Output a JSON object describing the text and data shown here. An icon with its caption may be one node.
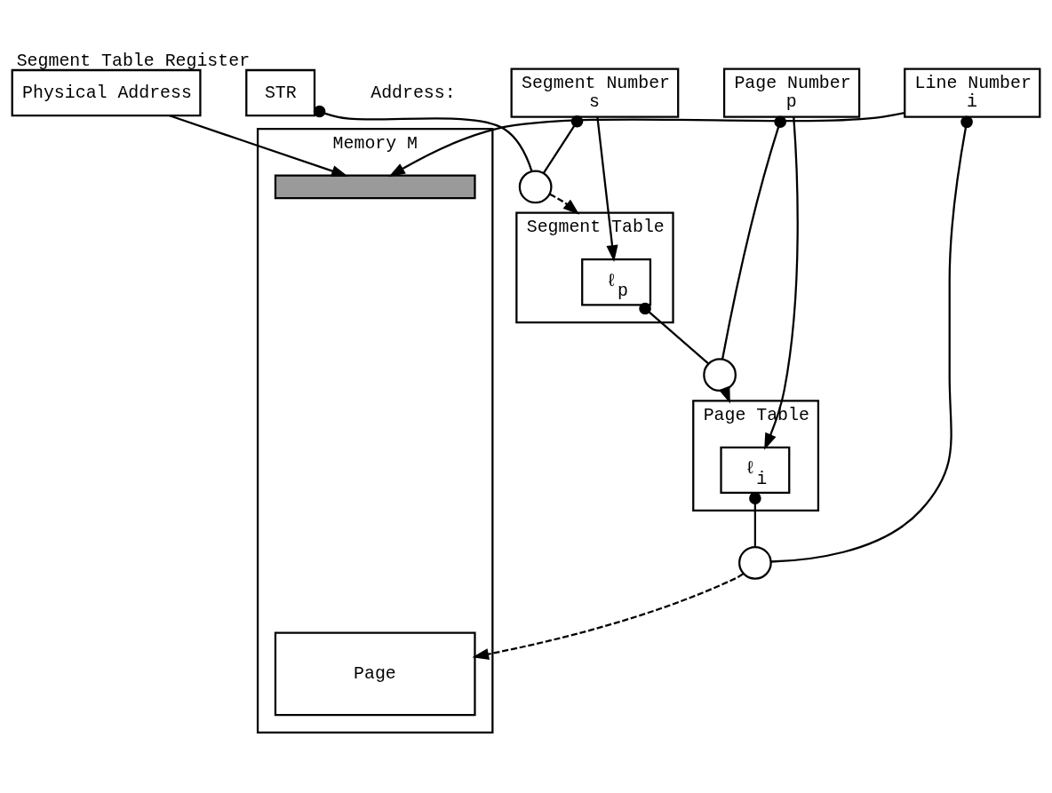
{
  "diagram": {
    "nodes": [
      {
        "text": [
          "Segment Number",
          "s"
        ]
      },
      {
        "text": [
          "Page Number",
          "p"
        ]
      },
      {
        "text": [
          "Line Number",
          "i"
        ]
      },
      {
        "text": [
          "STR"
        ],
        "beside": [
          "Segment Table Register"
        ]
      },
      {
        "text": [],
        "shape": "circle"
      },
      {
        "text": [
          "Segment Table"
        ]
      },
      {
        "text": [
          "ℓ$_{p}$"
        ],
        "in": 5
      },
      {
        "text": [],
        "shape": "circle"
      },
      {
        "text": [
          "Page Table"
        ]
      },
      {
        "text": [
          "ℓ$_{i}$"
        ],
        "in": 8
      },
      {
        "text": [],
        "shape": "circle"
      },
      {
        "text": [
          "Memory M"
        ]
      },
      {
        "text": [
          "Page"
        ],
        "in": 11
      },
      {
        "text": [],
        "shape": "bar",
        "in": 11
      },
      {
        "text": [
          "Physical Address"
        ]
      }
    ],
    "edges": [
      {
        "from": 0,
        "to": 4,
        "arrow": "other"
      },
      {
        "from": 3,
        "to": 4,
        "arrow": "other"
      },
      {
        "from": 4,
        "to": 5,
        "arrow": "to",
        "style": "dashed"
      },
      {
        "from": 0,
        "to": 6,
        "arrow": "to"
      },
      {
        "from": 6,
        "to": 7,
        "arrow": "other"
      },
      {
        "from": 1,
        "to": 7,
        "arrow": "other"
      },
      {
        "from": 7,
        "to": 8,
        "arrow": "to",
        "style": "dashed"
      },
      {
        "from": 1,
        "to": 9,
        "arrow": "to"
      },
      {
        "from": 9,
        "to": 10,
        "arrow": "other"
      },
      {
        "from": 2,
        "to": 10,
        "arrow": "other"
      },
      {
        "from": 10,
        "to": 12,
        "arrow": "to",
        "style": "dashed"
      },
      {
        "from": 2,
        "to": 13,
        "arrow": "to"
      },
      {
        "from": 14,
        "to": 13,
        "arrow": "to"
      }
    ],
    "labels": [
      "Address:"
    ]
  }
}
